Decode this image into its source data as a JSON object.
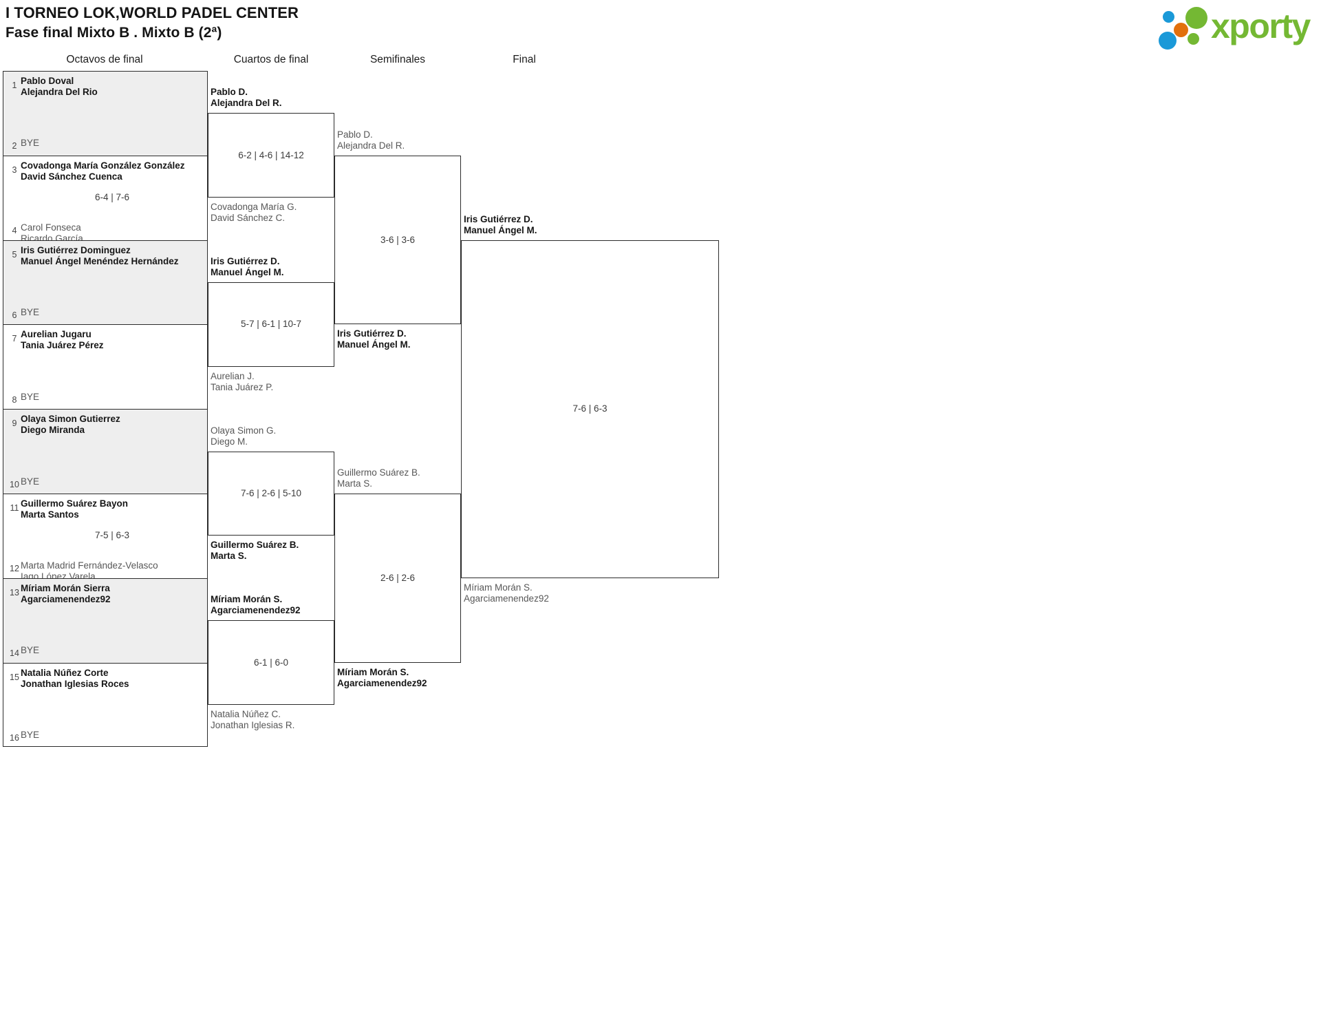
{
  "header": {
    "title": "I TORNEO LOK,WORLD PADEL CENTER",
    "subtitle": "Fase final Mixto B . Mixto B (2ª)",
    "logo_text": "xporty",
    "colors": {
      "green": "#74b833",
      "blue": "#1a99d8",
      "orange": "#e2700c"
    }
  },
  "rounds": [
    {
      "label": "Octavos de final"
    },
    {
      "label": "Cuartos de final"
    },
    {
      "label": "Semifinales"
    },
    {
      "label": "Final"
    }
  ],
  "bye_label": "BYE",
  "octavos": [
    {
      "seed": "1",
      "p1": "Pablo Doval",
      "p2": "Alejandra Del Rio",
      "winner": true,
      "bye": false
    },
    {
      "seed": "2",
      "p1": "BYE",
      "p2": "",
      "winner": false,
      "bye": true
    },
    {
      "seed": "3",
      "p1": "Covadonga María González González",
      "p2": "David Sánchez Cuenca",
      "winner": true,
      "bye": false
    },
    {
      "seed": "4",
      "p1": "Carol Fonseca",
      "p2": "Ricardo García",
      "winner": false,
      "bye": false
    },
    {
      "seed": "5",
      "p1": "Iris Gutiérrez Dominguez",
      "p2": "Manuel Ángel Menéndez Hernández",
      "winner": true,
      "bye": false
    },
    {
      "seed": "6",
      "p1": "BYE",
      "p2": "",
      "winner": false,
      "bye": true
    },
    {
      "seed": "7",
      "p1": "Aurelian Jugaru",
      "p2": "Tania Juárez Pérez",
      "winner": true,
      "bye": false
    },
    {
      "seed": "8",
      "p1": "BYE",
      "p2": "",
      "winner": false,
      "bye": true
    },
    {
      "seed": "9",
      "p1": "Olaya Simon Gutierrez",
      "p2": "Diego Miranda",
      "winner": true,
      "bye": false
    },
    {
      "seed": "10",
      "p1": "BYE",
      "p2": "",
      "winner": false,
      "bye": true
    },
    {
      "seed": "11",
      "p1": "Guillermo Suárez Bayon",
      "p2": "Marta Santos",
      "winner": true,
      "bye": false
    },
    {
      "seed": "12",
      "p1": "Marta Madrid Fernández-Velasco",
      "p2": "Iago López Varela",
      "winner": false,
      "bye": false
    },
    {
      "seed": "13",
      "p1": "Míriam Morán Sierra",
      "p2": "Agarciamenendez92",
      "winner": true,
      "bye": false
    },
    {
      "seed": "14",
      "p1": "BYE",
      "p2": "",
      "winner": false,
      "bye": true
    },
    {
      "seed": "15",
      "p1": "Natalia Núñez Corte",
      "p2": "Jonathan Iglesias Roces",
      "winner": true,
      "bye": false
    },
    {
      "seed": "16",
      "p1": "BYE",
      "p2": "",
      "winner": false,
      "bye": true
    }
  ],
  "octavos_scores": [
    {
      "text": ""
    },
    {
      "text": "6-4 | 7-6"
    },
    {
      "text": ""
    },
    {
      "text": ""
    },
    {
      "text": ""
    },
    {
      "text": "7-5 | 6-3"
    },
    {
      "text": ""
    },
    {
      "text": ""
    }
  ],
  "cuartos": [
    {
      "p1": "Pablo D.",
      "p2": "Alejandra Del R.",
      "winner": true
    },
    {
      "p1": "Covadonga María G.",
      "p2": "David Sánchez C.",
      "winner": false
    },
    {
      "p1": "Iris Gutiérrez D.",
      "p2": "Manuel Ángel M.",
      "winner": true
    },
    {
      "p1": "Aurelian J.",
      "p2": "Tania Juárez P.",
      "winner": false
    },
    {
      "p1": "Olaya Simon G.",
      "p2": "Diego M.",
      "winner": false
    },
    {
      "p1": "Guillermo Suárez B.",
      "p2": "Marta S.",
      "winner": true
    },
    {
      "p1": "Míriam Morán S.",
      "p2": "Agarciamenendez92",
      "winner": true
    },
    {
      "p1": "Natalia Núñez C.",
      "p2": "Jonathan Iglesias R.",
      "winner": false
    }
  ],
  "cuartos_scores": [
    {
      "text": "6-2 | 4-6 | 14-12"
    },
    {
      "text": "5-7 | 6-1 | 10-7"
    },
    {
      "text": "7-6 | 2-6 | 5-10"
    },
    {
      "text": "6-1 | 6-0"
    }
  ],
  "semifinales": [
    {
      "p1": "Pablo D.",
      "p2": "Alejandra Del R.",
      "winner": false
    },
    {
      "p1": "Iris Gutiérrez D.",
      "p2": "Manuel Ángel M.",
      "winner": true
    },
    {
      "p1": "Guillermo Suárez B.",
      "p2": "Marta S.",
      "winner": false
    },
    {
      "p1": "Míriam Morán S.",
      "p2": "Agarciamenendez92",
      "winner": true
    }
  ],
  "semifinales_scores": [
    {
      "text": "3-6 | 3-6"
    },
    {
      "text": "2-6 | 2-6"
    }
  ],
  "final": [
    {
      "p1": "Iris Gutiérrez D.",
      "p2": "Manuel Ángel M.",
      "winner": true
    },
    {
      "p1": "Míriam Morán S.",
      "p2": "Agarciamenendez92",
      "winner": false
    }
  ],
  "final_scores": [
    {
      "text": "7-6 | 6-3"
    }
  ]
}
